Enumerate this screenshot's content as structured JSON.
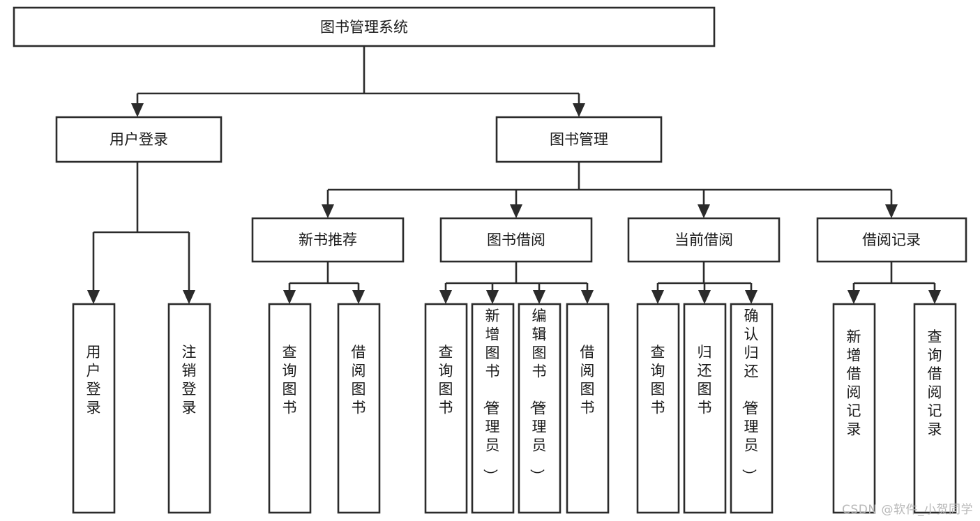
{
  "diagram": {
    "title": "图书管理系统",
    "type": "tree",
    "orientation": "top-down",
    "colors": {
      "box_fill": "#ffffff",
      "box_stroke": "#2b2b2b",
      "text": "#1a1a1a",
      "watermark": "#b8b8b8",
      "background": "#ffffff"
    },
    "root": {
      "label": "图书管理系统"
    },
    "level2": [
      {
        "label": "用户登录"
      },
      {
        "label": "图书管理"
      }
    ],
    "level3": [
      {
        "label": "新书推荐"
      },
      {
        "label": "图书借阅"
      },
      {
        "label": "当前借阅"
      },
      {
        "label": "借阅记录"
      }
    ],
    "leaves": {
      "user_login": [
        {
          "label": "用户登录"
        },
        {
          "label": "注销登录"
        }
      ],
      "new_book_recommend": [
        {
          "label": "查询图书"
        },
        {
          "label": "借阅图书"
        }
      ],
      "book_borrow": [
        {
          "label": "查询图书"
        },
        {
          "label": "新增图书（管理员）"
        },
        {
          "label": "编辑图书（管理员）"
        },
        {
          "label": "借阅图书"
        }
      ],
      "current_borrow": [
        {
          "label": "查询图书"
        },
        {
          "label": "归还图书"
        },
        {
          "label": "确认归还（管理员）"
        }
      ],
      "borrow_record": [
        {
          "label": "新增借阅记录"
        },
        {
          "label": "查询借阅记录"
        }
      ]
    }
  },
  "watermark": {
    "text": "CSDN @软件_小贺同学"
  }
}
